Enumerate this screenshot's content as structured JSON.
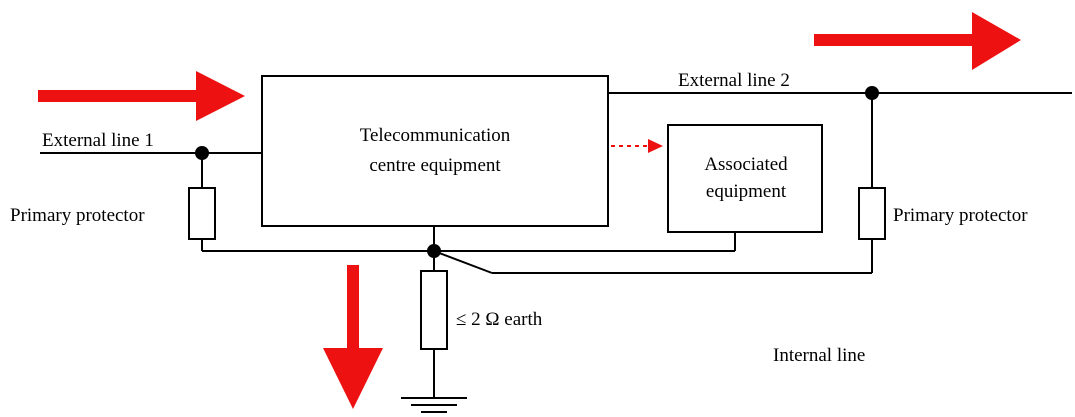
{
  "labels": {
    "external_line_1": "External line 1",
    "external_line_2": "External line 2",
    "telecom_line1": "Telecommunication",
    "telecom_line2": "centre equipment",
    "associated_line1": "Associated",
    "associated_line2": "equipment",
    "primary_protector_left": "Primary protector",
    "primary_protector_right": "Primary protector",
    "earth": "≤ 2 Ω earth",
    "internal_line": "Internal line"
  },
  "colors": {
    "arrow": "#ee1111",
    "line": "#000000"
  }
}
